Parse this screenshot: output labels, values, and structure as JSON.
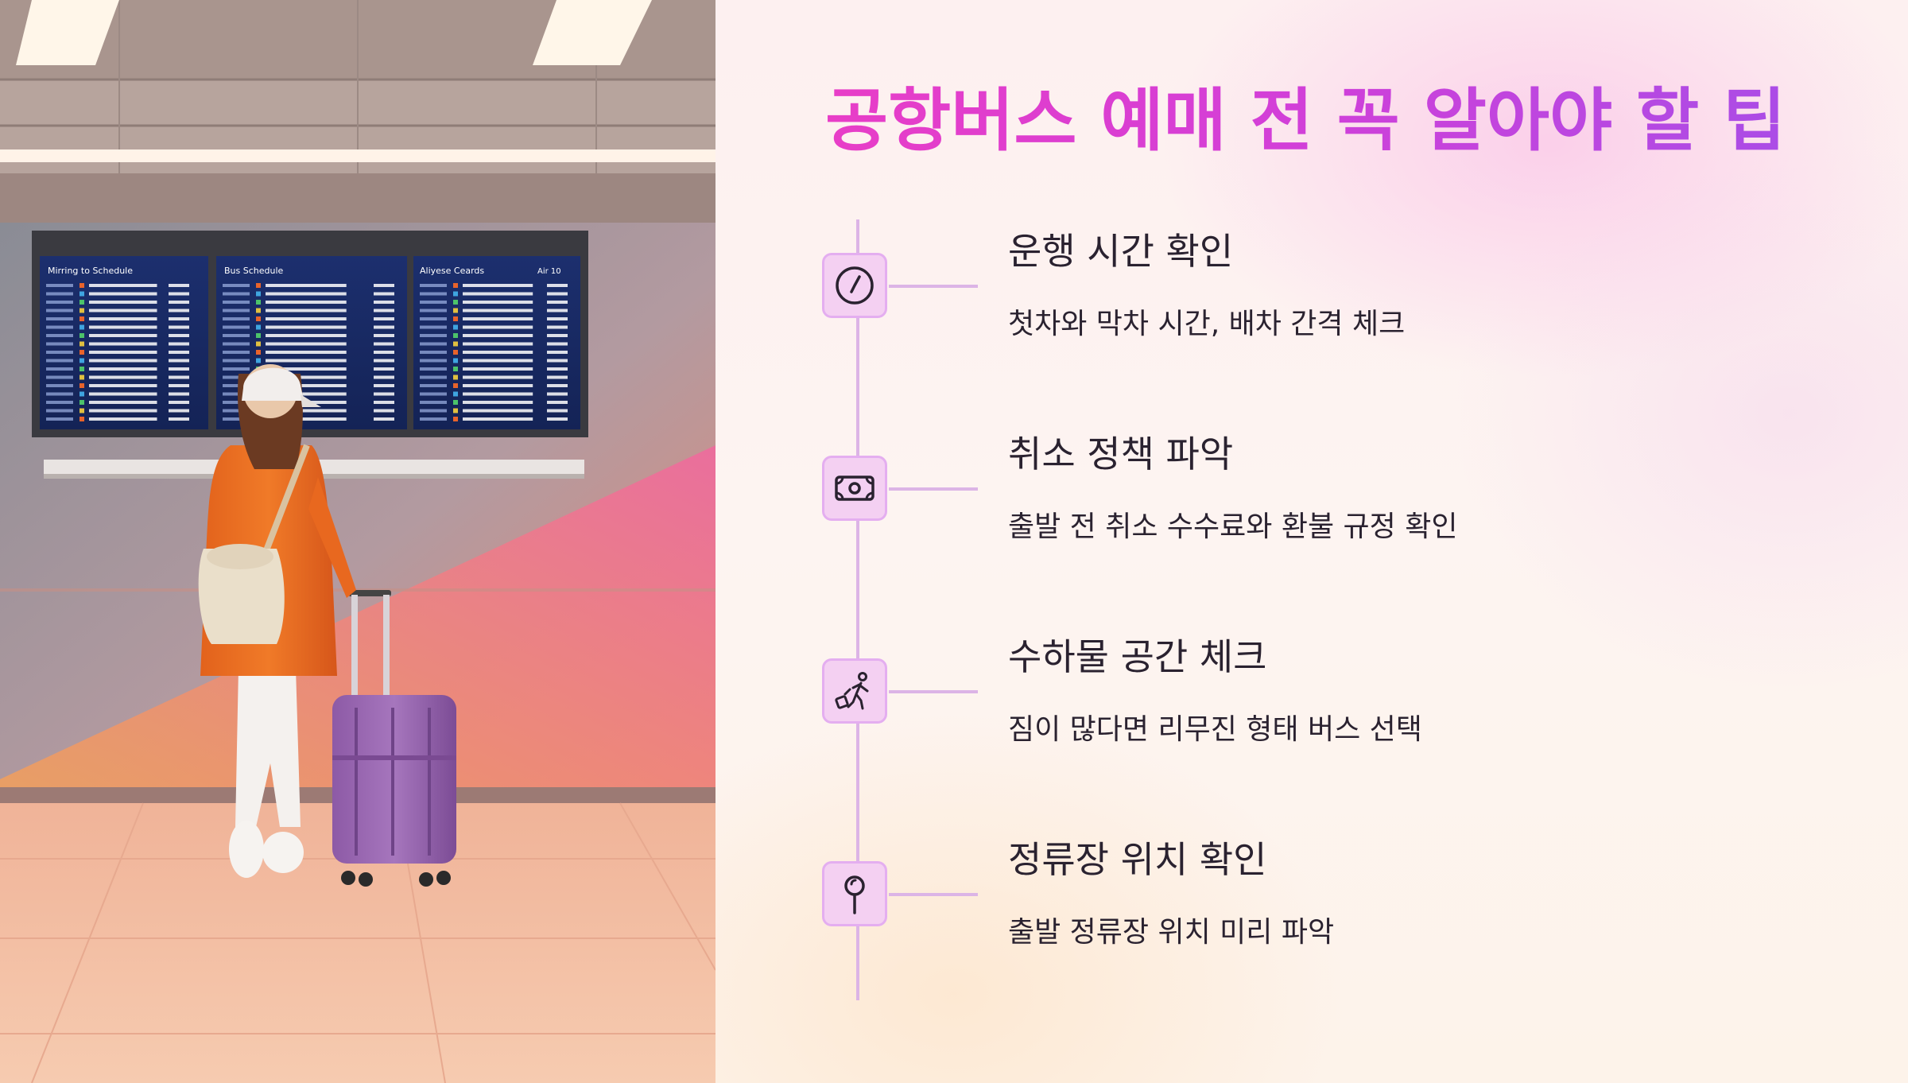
{
  "title": "공항버스 예매 전 꼭 알아야 할 팁",
  "colors": {
    "title_gradient_start": "#e83ec7",
    "title_gradient_end": "#a54ee8",
    "icon_bg": "#f4d0f2",
    "timeline": "#dcb4e6",
    "text": "#2a2230"
  },
  "items": [
    {
      "icon": "clock-icon",
      "title": "운행 시간 확인",
      "desc": "첫차와 막차 시간, 배차 간격 체크"
    },
    {
      "icon": "banknote-icon",
      "title": "취소 정책 파악",
      "desc": "출발 전 취소 수수료와 환불 규정 확인"
    },
    {
      "icon": "traveler-luggage-icon",
      "title": "수하물 공간 체크",
      "desc": "짐이 많다면 리무진 형태 버스 선택"
    },
    {
      "icon": "map-pin-icon",
      "title": "정류장 위치 확인",
      "desc": "출발 정류장 위치 미리 파악"
    }
  ],
  "photo": {
    "board_titles": [
      "Mirring to Schedule",
      "Bus Schedule",
      "Aliyese Ceards"
    ],
    "board_tag": "Air 10"
  }
}
